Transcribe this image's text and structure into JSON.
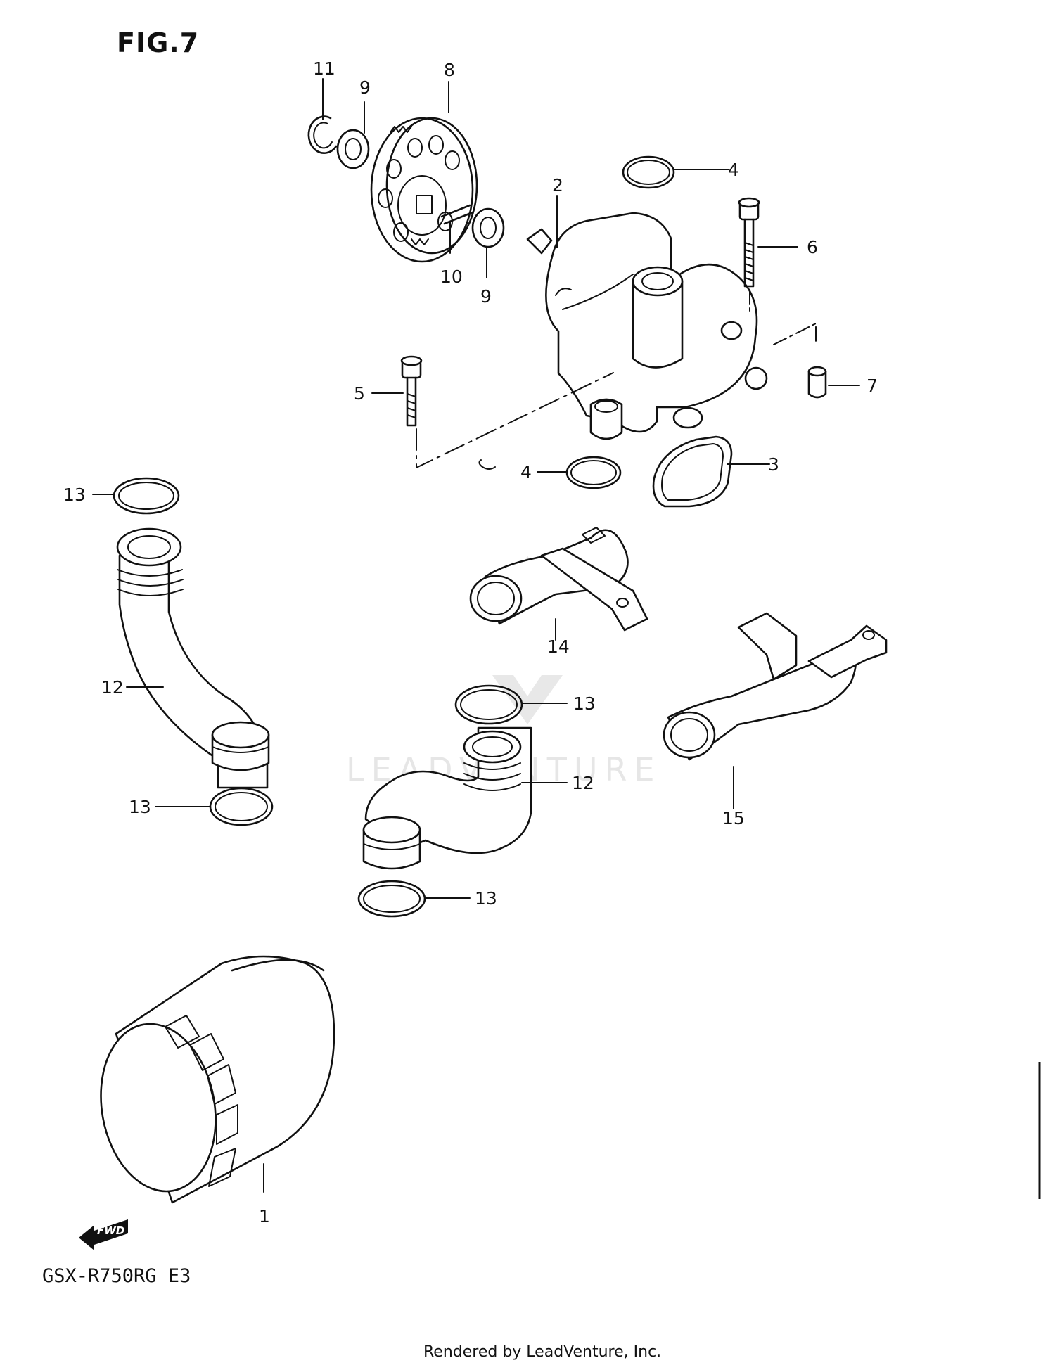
{
  "figure": {
    "title": "FIG.7",
    "model": "GSX-R750RG  E3",
    "footer": "Rendered by LeadVenture, Inc.",
    "watermark": "LEADVENTURE",
    "fwd_arrow": "FWD"
  },
  "callouts": [
    {
      "id": "c11a",
      "text": "11"
    },
    {
      "id": "c9a",
      "text": "9"
    },
    {
      "id": "c8",
      "text": "8"
    },
    {
      "id": "c10",
      "text": "10"
    },
    {
      "id": "c9b",
      "text": "9"
    },
    {
      "id": "c2",
      "text": "2"
    },
    {
      "id": "c4a",
      "text": "4"
    },
    {
      "id": "c6",
      "text": "6"
    },
    {
      "id": "c7",
      "text": "7"
    },
    {
      "id": "c5",
      "text": "5"
    },
    {
      "id": "c4b",
      "text": "4"
    },
    {
      "id": "c3",
      "text": "3"
    },
    {
      "id": "c13a",
      "text": "13"
    },
    {
      "id": "c12a",
      "text": "12"
    },
    {
      "id": "c13b",
      "text": "13"
    },
    {
      "id": "c14",
      "text": "14"
    },
    {
      "id": "c13c",
      "text": "13"
    },
    {
      "id": "c12b",
      "text": "12"
    },
    {
      "id": "c15",
      "text": "15"
    },
    {
      "id": "c13d",
      "text": "13"
    },
    {
      "id": "c1",
      "text": "1"
    }
  ]
}
